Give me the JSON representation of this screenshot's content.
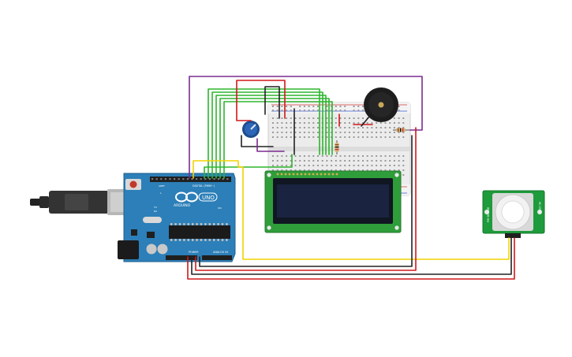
{
  "arduino": {
    "brand": "ARDUINO",
    "model": "UNO",
    "digital_label": "DIGITAL (PWM~)",
    "power_label": "POWER",
    "analog_label": "ANALOG IN",
    "aref": "AREF",
    "gnd": "GND",
    "tx": "TX",
    "rx": "RX",
    "l": "L",
    "on": "ON"
  },
  "pir": {
    "label_left": "PIR SENSOR",
    "label_right": "HC-SR501"
  },
  "colors": {
    "wire_purple": "#7b2c8f",
    "wire_green": "#2db52d",
    "wire_red": "#d0181a",
    "wire_black": "#222222",
    "wire_yellow": "#f2d200",
    "arduino_board": "#2c7fb8",
    "lcd_board": "#2f9e3a",
    "lcd_screen": "#1a2340",
    "pir_board": "#1e9b3c",
    "breadboard": "#e9e9e9"
  }
}
